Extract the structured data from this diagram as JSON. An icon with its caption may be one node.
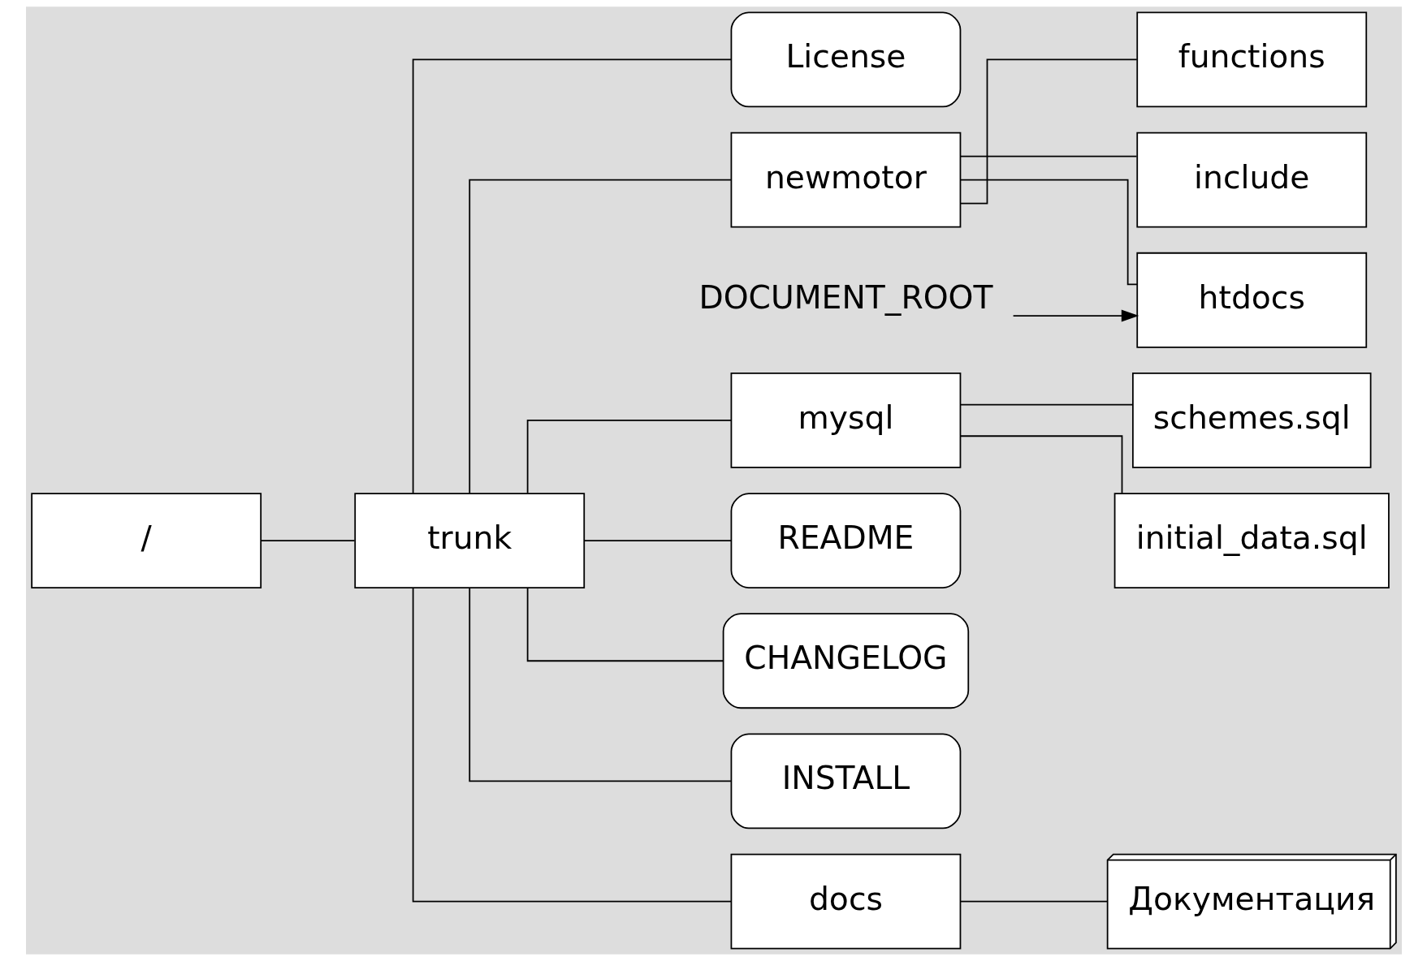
{
  "diagram": {
    "nodes": [
      {
        "text": [
          "/"
        ]
      },
      {
        "text": [
          "trunk"
        ]
      },
      {
        "text": [
          "newmotor"
        ]
      },
      {
        "text": [
          "DOCUMENT_ROOT"
        ]
      },
      {
        "text": [
          "htdocs"
        ]
      },
      {
        "text": [
          "functions"
        ]
      },
      {
        "text": [
          "include"
        ]
      },
      {
        "text": [
          "mysql"
        ]
      },
      {
        "text": [
          "schemes.sql"
        ]
      },
      {
        "text": [
          "initial_data.sql"
        ]
      },
      {
        "text": [
          "docs"
        ]
      },
      {
        "text": [
          "Документация"
        ]
      },
      {
        "text": [
          "README"
        ]
      },
      {
        "text": [
          "CHANGELOG"
        ]
      },
      {
        "text": [
          "INSTALL"
        ]
      },
      {
        "text": [
          "License"
        ]
      }
    ],
    "edges": [
      {
        "from": 0,
        "to": 1,
        "arrow": "none"
      },
      {
        "from": 1,
        "to": 2,
        "arrow": "none"
      },
      {
        "from": 2,
        "to": 4,
        "arrow": "none"
      },
      {
        "from": 2,
        "to": 5,
        "arrow": "none"
      },
      {
        "from": 2,
        "to": 6,
        "arrow": "none"
      },
      {
        "from": 3,
        "to": 4,
        "arrow": "to"
      },
      {
        "from": 1,
        "to": 7,
        "arrow": "none"
      },
      {
        "from": 7,
        "to": 8,
        "arrow": "none"
      },
      {
        "from": 7,
        "to": 9,
        "arrow": "none"
      },
      {
        "from": 1,
        "to": 10,
        "arrow": "none"
      },
      {
        "from": 10,
        "to": 11,
        "arrow": "none"
      },
      {
        "from": 1,
        "to": 12,
        "arrow": "none"
      },
      {
        "from": 1,
        "to": 13,
        "arrow": "none"
      },
      {
        "from": 1,
        "to": 14,
        "arrow": "none"
      },
      {
        "from": 1,
        "to": 15,
        "arrow": "none"
      }
    ]
  }
}
